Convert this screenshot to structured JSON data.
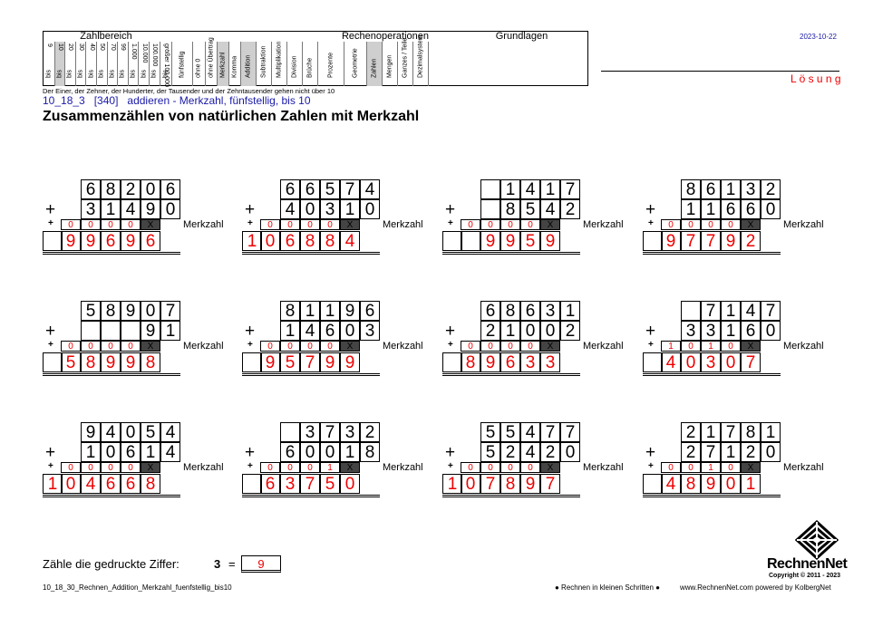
{
  "header": {
    "date": "2023-10-22",
    "loesung": "L ö s u n g",
    "note": "Der Einer, der Zehner, der Hunderter, der Tausender und der Zehntausender gehen nicht über 10",
    "code": "10_18_3   [340]   addieren - Merkzahl, fünfstellig, bis 10",
    "title": "Zusammenzählen von natürlichen Zahlen mit Merkzahl",
    "groups": [
      "Zahlbereich",
      "Rechenoperationen",
      "Grundlagen"
    ],
    "zahlbereich_top": [
      "9",
      "10",
      "20",
      "30",
      "40",
      "50",
      "70",
      "99",
      "1.000",
      "10.000",
      "100.000",
      "größer 100.000"
    ],
    "bis": "bis",
    "cols_a": [
      "fünfstellig",
      "ohne 0",
      "ohne Übertrag",
      "Merkzahl",
      "Komma"
    ],
    "cols_ops": [
      "Addition",
      "Subtraktion",
      "Multiplikation",
      "Division",
      "Brüche",
      "Prozente"
    ],
    "cols_b": [
      "Geometrie",
      "Zahlen",
      "Mengen",
      "Ganzes / Teile",
      "Dezimalsystem"
    ]
  },
  "merkzahl_label": "Merkzahl",
  "plus": "+",
  "x_mark": "X",
  "problems": [
    {
      "a": [
        "6",
        "8",
        "2",
        "0",
        "6"
      ],
      "b": [
        "3",
        "1",
        "4",
        "9",
        "0"
      ],
      "carry": [
        "0",
        "0",
        "0",
        "0"
      ],
      "result": [
        "",
        "9",
        "9",
        "6",
        "9",
        "6"
      ]
    },
    {
      "a": [
        "6",
        "6",
        "5",
        "7",
        "4"
      ],
      "b": [
        "4",
        "0",
        "3",
        "1",
        "0"
      ],
      "carry": [
        "0",
        "0",
        "0",
        "0"
      ],
      "result": [
        "1",
        "0",
        "6",
        "8",
        "8",
        "4"
      ]
    },
    {
      "a": [
        "",
        "1",
        "4",
        "1",
        "7"
      ],
      "b": [
        "",
        "8",
        "5",
        "4",
        "2"
      ],
      "carry": [
        "0",
        "0",
        "0",
        "0"
      ],
      "result": [
        "",
        "",
        "9",
        "9",
        "5",
        "9"
      ]
    },
    {
      "a": [
        "8",
        "6",
        "1",
        "3",
        "2"
      ],
      "b": [
        "1",
        "1",
        "6",
        "6",
        "0"
      ],
      "carry": [
        "0",
        "0",
        "0",
        "0"
      ],
      "result": [
        "",
        "9",
        "7",
        "7",
        "9",
        "2"
      ]
    },
    {
      "a": [
        "5",
        "8",
        "9",
        "0",
        "7"
      ],
      "b": [
        "",
        "",
        "",
        "9",
        "1"
      ],
      "carry": [
        "0",
        "0",
        "0",
        "0"
      ],
      "result": [
        "",
        "5",
        "8",
        "9",
        "9",
        "8"
      ]
    },
    {
      "a": [
        "8",
        "1",
        "1",
        "9",
        "6"
      ],
      "b": [
        "1",
        "4",
        "6",
        "0",
        "3"
      ],
      "carry": [
        "0",
        "0",
        "0",
        "0"
      ],
      "result": [
        "",
        "9",
        "5",
        "7",
        "9",
        "9"
      ]
    },
    {
      "a": [
        "6",
        "8",
        "6",
        "3",
        "1"
      ],
      "b": [
        "2",
        "1",
        "0",
        "0",
        "2"
      ],
      "carry": [
        "0",
        "0",
        "0",
        "0"
      ],
      "result": [
        "",
        "8",
        "9",
        "6",
        "3",
        "3"
      ]
    },
    {
      "a": [
        "",
        "7",
        "1",
        "4",
        "7"
      ],
      "b": [
        "3",
        "3",
        "1",
        "6",
        "0"
      ],
      "carry": [
        "1",
        "0",
        "1",
        "0"
      ],
      "result": [
        "",
        "4",
        "0",
        "3",
        "0",
        "7"
      ]
    },
    {
      "a": [
        "9",
        "4",
        "0",
        "5",
        "4"
      ],
      "b": [
        "1",
        "0",
        "6",
        "1",
        "4"
      ],
      "carry": [
        "0",
        "0",
        "0",
        "0"
      ],
      "result": [
        "1",
        "0",
        "4",
        "6",
        "6",
        "8"
      ]
    },
    {
      "a": [
        "",
        "3",
        "7",
        "3",
        "2"
      ],
      "b": [
        "6",
        "0",
        "0",
        "1",
        "8"
      ],
      "carry": [
        "0",
        "0",
        "0",
        "1"
      ],
      "result": [
        "",
        "6",
        "3",
        "7",
        "5",
        "0"
      ]
    },
    {
      "a": [
        "5",
        "5",
        "4",
        "7",
        "7"
      ],
      "b": [
        "5",
        "2",
        "4",
        "2",
        "0"
      ],
      "carry": [
        "0",
        "0",
        "0",
        "0"
      ],
      "result": [
        "1",
        "0",
        "7",
        "8",
        "9",
        "7"
      ]
    },
    {
      "a": [
        "2",
        "1",
        "7",
        "8",
        "1"
      ],
      "b": [
        "2",
        "7",
        "1",
        "2",
        "0"
      ],
      "carry": [
        "0",
        "0",
        "1",
        "0"
      ],
      "result": [
        "",
        "4",
        "8",
        "9",
        "0",
        "1"
      ]
    }
  ],
  "footer": {
    "count_label": "Zähle die gedruckte Ziffer:",
    "count_digit": "3",
    "count_eq": "=",
    "count_answer": "9",
    "filename": "10_18_30_Rechnen_Addition_Merkzahl_fuenfstellig_bis10",
    "tagline": "● Rechnen in kleinen Schritten ●",
    "url": "www.RechnenNet.com powered by KolbergNet",
    "brand": "RechnenNet",
    "copyright": "Copyright © 2011 - 2023"
  },
  "colors": {
    "red": "#e00000",
    "blue": "#1a1aa8",
    "shaded": "#cfcfcf"
  }
}
